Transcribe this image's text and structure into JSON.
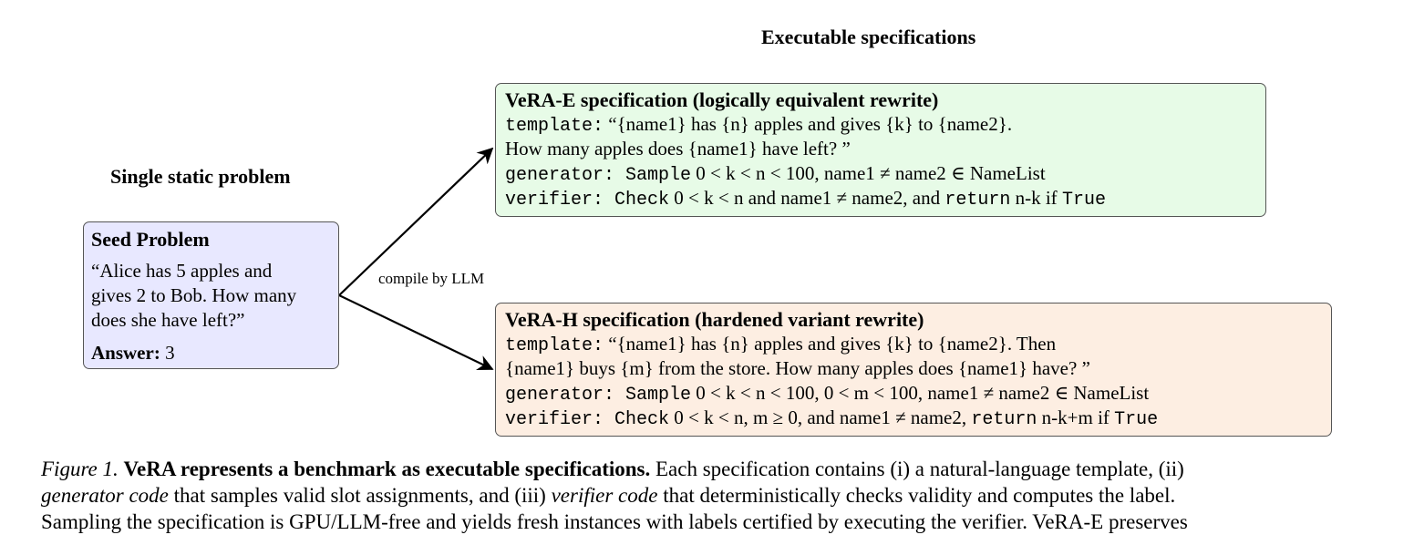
{
  "headers": {
    "executable": "Executable specifications",
    "single": "Single static problem"
  },
  "edge_label": "compile by LLM",
  "seed": {
    "title": "Seed Problem",
    "lines": [
      "“Alice has 5 apples and",
      "gives 2 to Bob. How many",
      "does she have left?”"
    ],
    "answer_label": "Answer:",
    "answer_value": "3"
  },
  "vera_e": {
    "title": "VeRA-E specification (logically equivalent rewrite)",
    "template_key": "template:",
    "template_line1": " “{name1} has {n} apples and gives {k} to {name2}.",
    "template_line2": "How many apples does {name1} have left? ”",
    "generator_key": "generator: Sample",
    "generator_text": "0 < k < n < 100, name1 ≠ name2 ∈ NameList",
    "verifier_key": "verifier: Check",
    "verifier_text1": "0 < k < n and name1 ≠ name2, and",
    "verifier_return": "return",
    "verifier_text2": "n-k if",
    "verifier_true": "True"
  },
  "vera_h": {
    "title": "VeRA-H specification (hardened variant rewrite)",
    "template_key": "template:",
    "template_line1": " “{name1} has {n} apples and gives {k} to {name2}. Then",
    "template_line2": "{name1} buys {m} from the store. How many apples does {name1} have? ”",
    "generator_key": "generator: Sample",
    "generator_text": "0 < k < n < 100, 0 < m < 100, name1 ≠ name2 ∈ NameList",
    "verifier_key": "verifier: Check",
    "verifier_text1": "0 < k < n, m ≥ 0, and name1 ≠ name2,",
    "verifier_return": "return",
    "verifier_text2": "n-k+m if",
    "verifier_true": "True"
  },
  "caption": {
    "fig_label": "Figure 1.",
    "bold": "VeRA represents a benchmark as executable specifications.",
    "line1_rest": "Each specification contains (i) a natural-language template, (ii)",
    "line2_a": "generator code",
    "line2_b": "that samples valid slot assignments, and (iii)",
    "line2_c": "verifier code",
    "line2_d": "that deterministically checks validity and computes the label.",
    "line3": "Sampling the specification is GPU/LLM-free and yields fresh instances with labels certified by executing the verifier. VeRA-E preserves"
  }
}
